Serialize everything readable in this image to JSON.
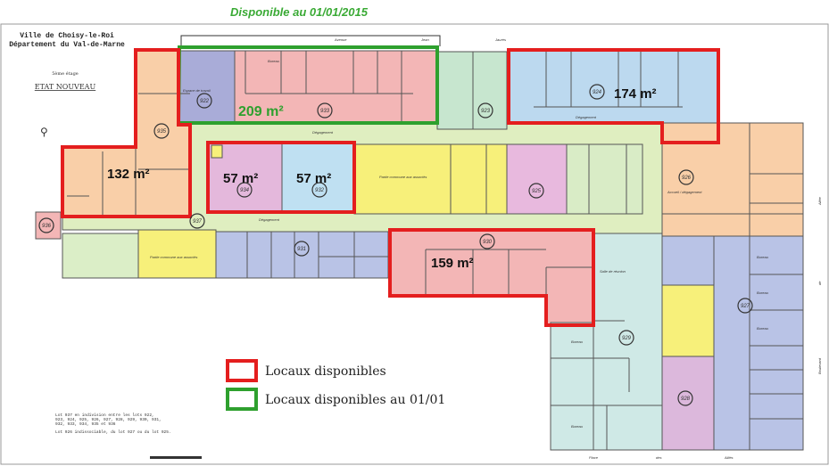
{
  "header": {
    "availability_title": "Disponible au 01/01/2015",
    "city": "Ville de Choisy-le-Roi",
    "department": "Département du Val-de-Marne",
    "floor": "5ème étage",
    "state": "ETAT NOUVEAU"
  },
  "streets": {
    "top": [
      "Avenue",
      "Jean",
      "Jaurès"
    ],
    "bottom": [
      "Place",
      "des",
      "Alliés"
    ],
    "right": [
      "Allée",
      "de",
      "Boulevard"
    ]
  },
  "areas": {
    "lot_933": "209 m²",
    "lot_924": "174 m²",
    "lot_935": "132 m²",
    "lot_934": "57 m²",
    "lot_932": "57 m²",
    "lot_930": "159 m²"
  },
  "lots": [
    "922",
    "933",
    "923",
    "924",
    "935",
    "934",
    "932",
    "925",
    "926",
    "937",
    "936",
    "931",
    "930",
    "929",
    "928",
    "927"
  ],
  "room_labels": {
    "corridor": "Dégagement",
    "office": "Bureau",
    "common": "Partie commune aux associés",
    "reception": "Accueil / dégagement",
    "meeting": "Salle de réunion",
    "waiting": "Espace de travail"
  },
  "legend": [
    {
      "label": "Locaux disponibles",
      "color": "#e41e1e"
    },
    {
      "label": "Locaux disponibles au 01/01",
      "color": "#2ea02e"
    }
  ],
  "notes": {
    "line1": "Lot 937 en indivision entre les lots 922,",
    "line2": "923, 924, 925, 926, 927, 928, 929, 930, 931,",
    "line3": "932, 933, 934, 935 et 936",
    "line4": "Lot 926 indissociable, du lot 927 ou du lot 925."
  },
  "colors": {
    "available": "#e41e1e",
    "available_2015": "#2ea02e",
    "corridor": "#dfeec0",
    "peach": "#f9cfa8",
    "pink": "#f3b6b6",
    "blue": "#bcd9ef",
    "lavender": "#b9c3e6",
    "yellow": "#f7f07a",
    "teal": "#cfe9e6"
  }
}
